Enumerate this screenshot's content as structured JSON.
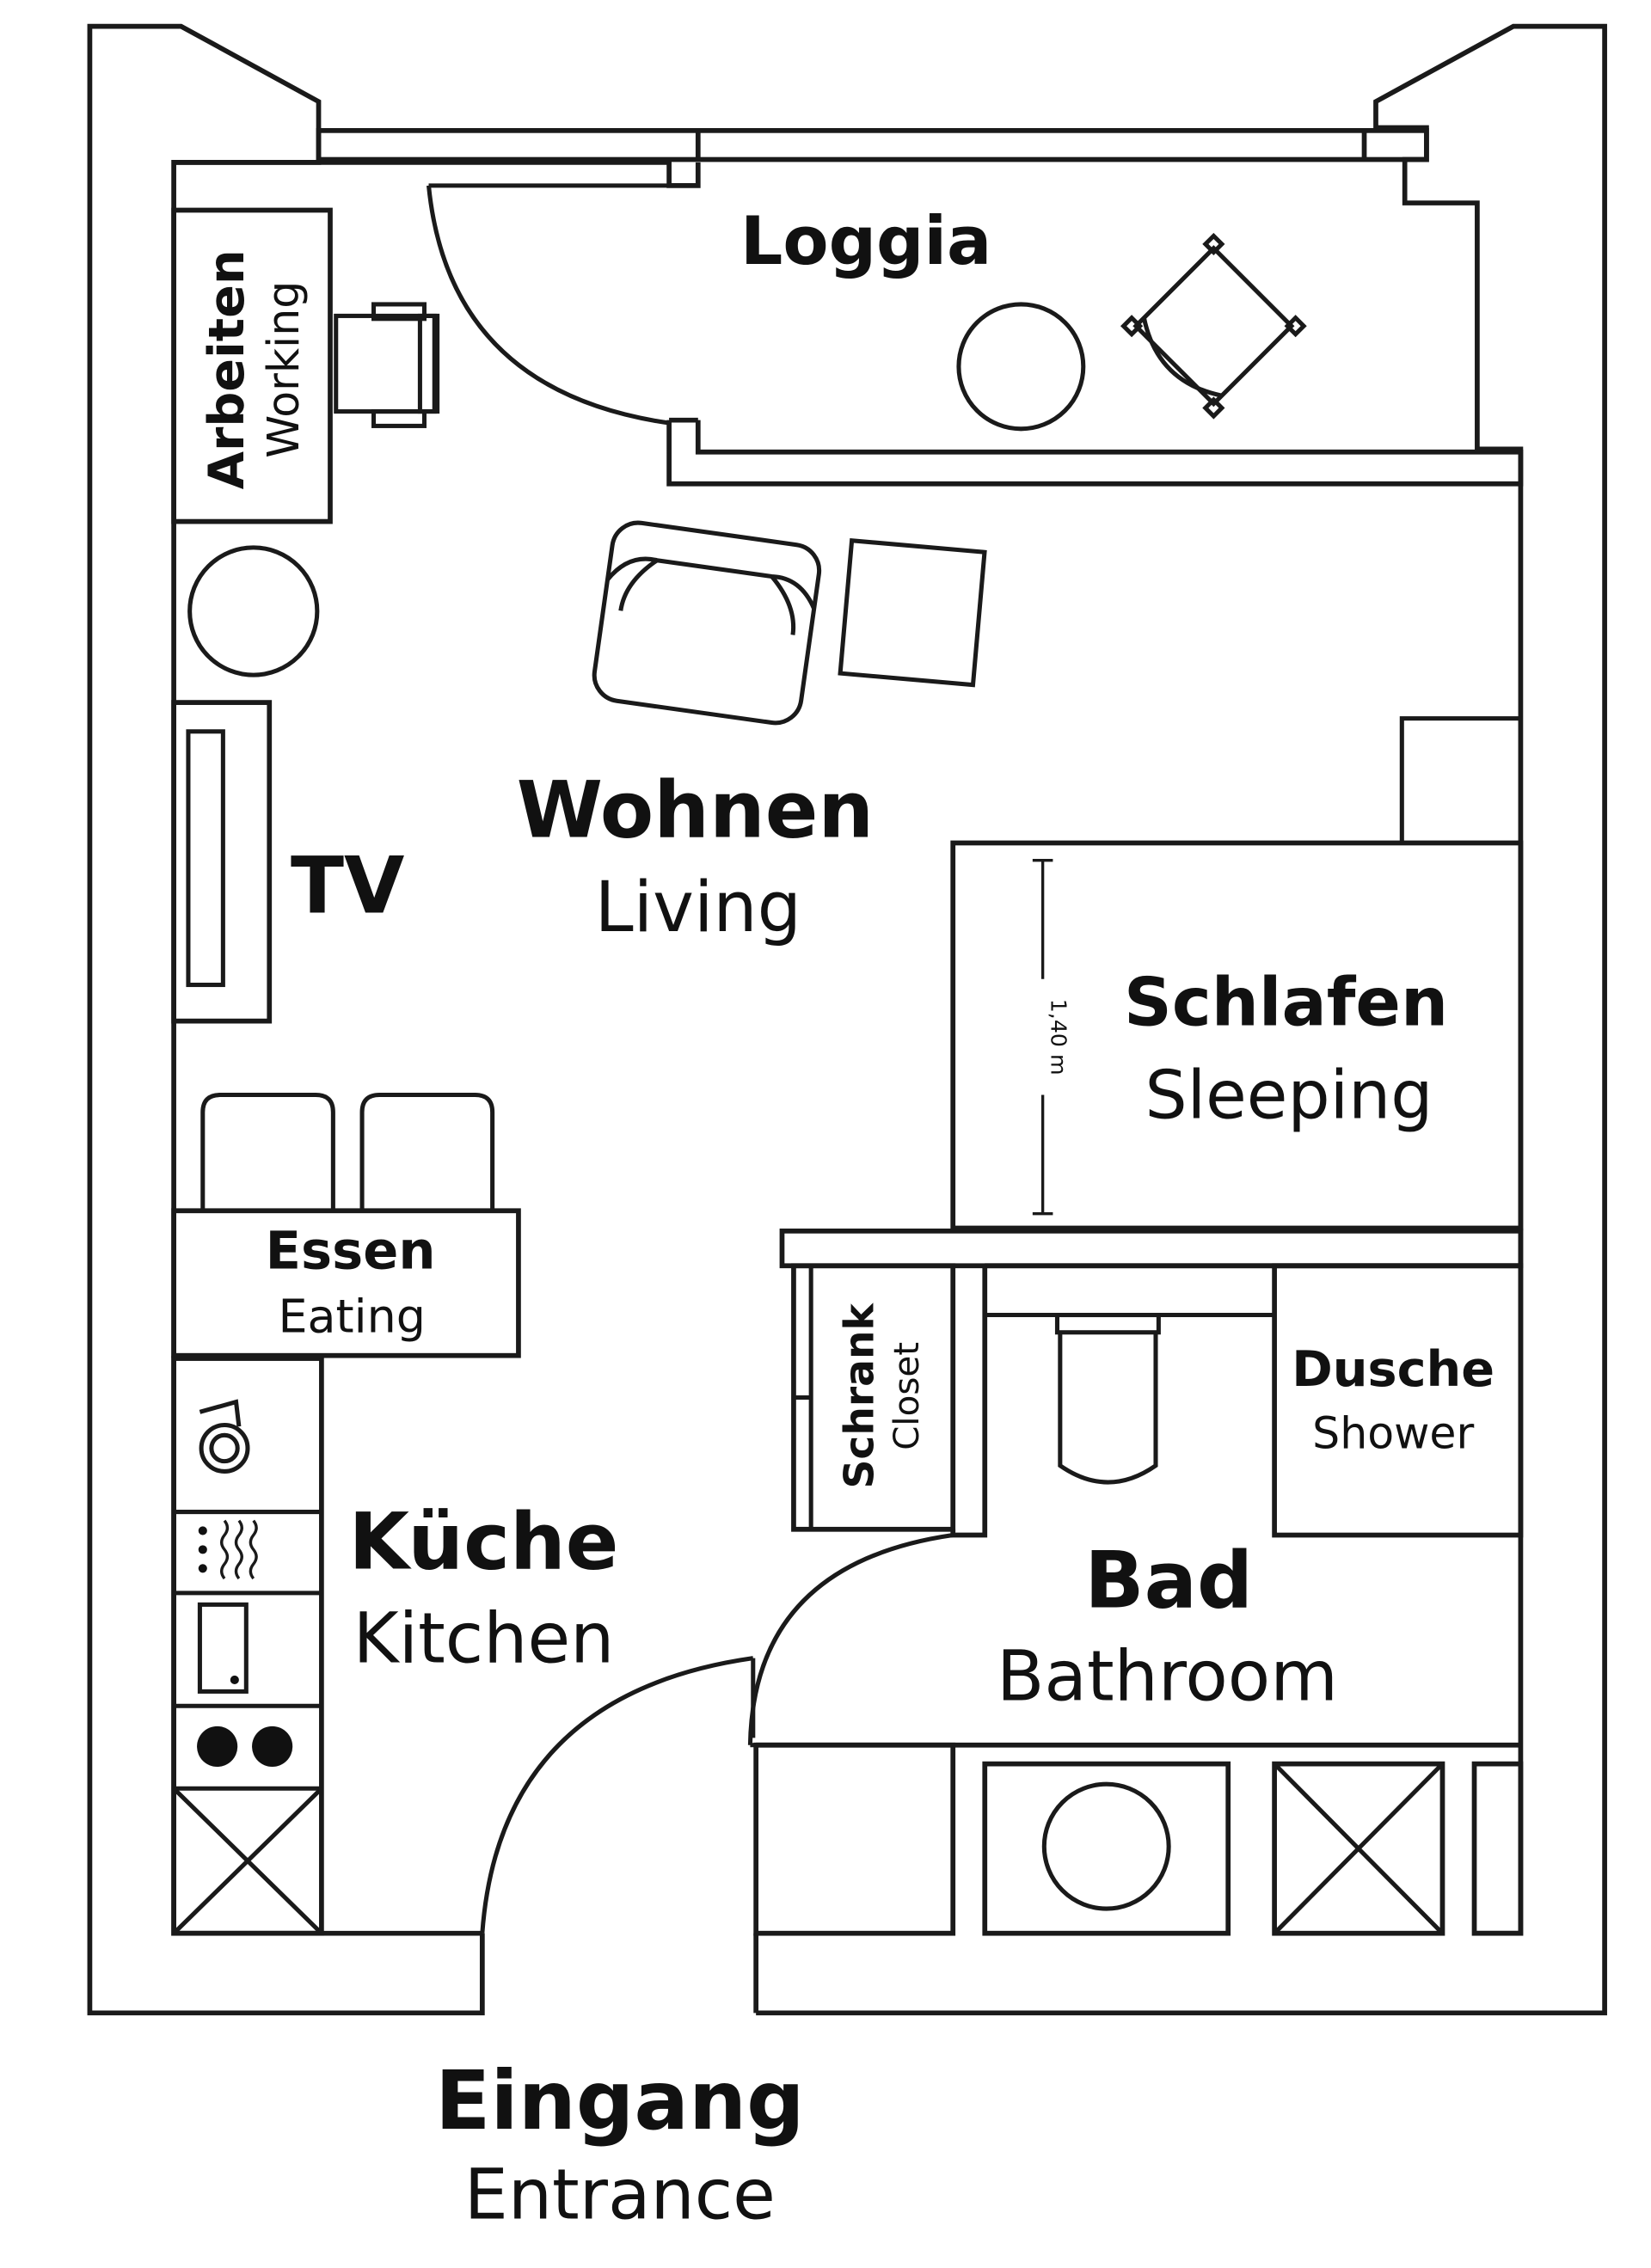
{
  "rooms": {
    "loggia": {
      "main": "Loggia"
    },
    "working": {
      "main": "Arbeiten",
      "sub": "Working"
    },
    "living": {
      "main": "Wohnen",
      "sub": "Living"
    },
    "tv": {
      "main": "TV"
    },
    "sleeping": {
      "main": "Schlafen",
      "sub": "Sleeping"
    },
    "eating": {
      "main": "Essen",
      "sub": "Eating"
    },
    "closet": {
      "main": "Schrank",
      "sub": "Closet"
    },
    "shower": {
      "main": "Dusche",
      "sub": "Shower"
    },
    "kitchen": {
      "main": "Küche",
      "sub": "Kitchen"
    },
    "bathroom": {
      "main": "Bad",
      "sub": "Bathroom"
    },
    "entrance": {
      "main": "Eingang",
      "sub": "Entrance"
    }
  },
  "dimensions": {
    "bed_width": "1,40 m"
  },
  "icons": [
    "washing-machine-icon",
    "stove-icon",
    "oven-icon",
    "hob-icon",
    "sink-icon",
    "toilet-icon",
    "shower-tray-icon",
    "washbasin-icon"
  ]
}
